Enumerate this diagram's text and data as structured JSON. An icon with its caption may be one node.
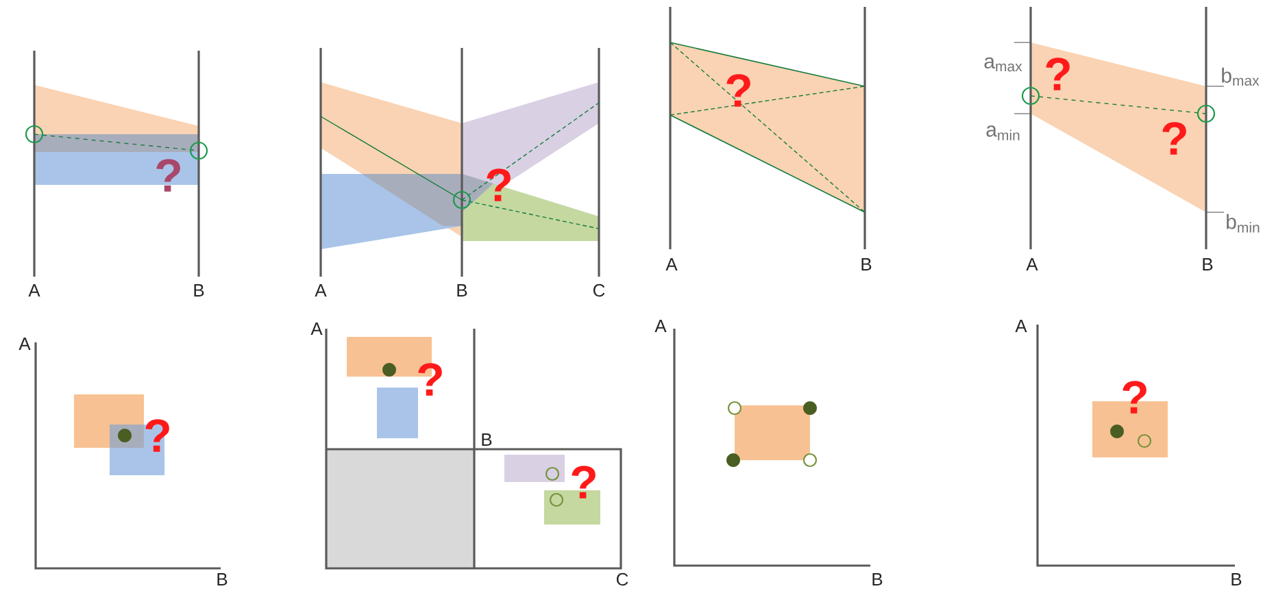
{
  "diagram": {
    "labels": [
      "?",
      "A",
      "B",
      "?",
      "A",
      "B",
      "C",
      "?",
      "A",
      "B",
      "a$_{max}$",
      "?",
      "b$_{max}$",
      "a$_{min}$",
      "?",
      "b$_{min}$",
      "A",
      "B",
      "A",
      "?",
      "B",
      "A",
      "?",
      "B",
      "?",
      "C",
      "A",
      "B",
      "A",
      "?",
      "B"
    ]
  }
}
